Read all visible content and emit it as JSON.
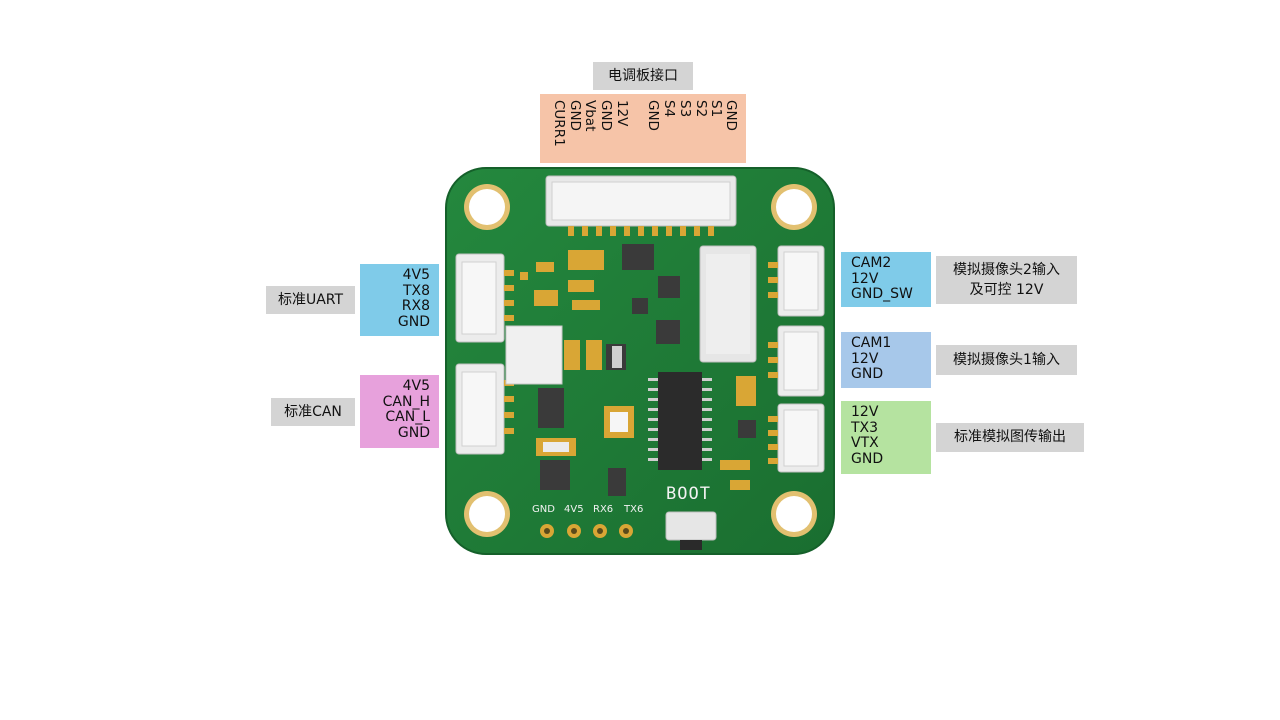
{
  "esc_header": {
    "title": "电调板接口",
    "pins": [
      "GND",
      "S1",
      "S2",
      "S3",
      "S4",
      "GND",
      "12V",
      "GND",
      "Vbat",
      "GND",
      "CURR1"
    ]
  },
  "uart": {
    "title": "标准UART",
    "pins": [
      "4V5",
      "TX8",
      "RX8",
      "GND"
    ],
    "color": "#7fcbe9"
  },
  "can": {
    "title": "标准CAN",
    "pins": [
      "4V5",
      "CAN_H",
      "CAN_L",
      "GND"
    ],
    "color": "#e7a1dc"
  },
  "cam2": {
    "title_lines": [
      "模拟摄像头2输入",
      "及可控 12V"
    ],
    "pins": [
      "CAM2",
      "12V",
      "GND_SW"
    ],
    "color": "#7fcbe9"
  },
  "cam1": {
    "title": "模拟摄像头1输入",
    "pins": [
      "CAM1",
      "12V",
      "GND"
    ],
    "color": "#a7c8ea"
  },
  "vtx": {
    "title": "标准模拟图传输出",
    "pins": [
      "12V",
      "TX3",
      "VTX",
      "GND"
    ],
    "color": "#b5e3a0"
  },
  "board": {
    "boot_label": "BOOT",
    "bottom_pins": [
      "GND",
      "4V5",
      "RX6",
      "TX6"
    ],
    "pcb_color": "#1e7a36",
    "pad_color": "#d9a635"
  }
}
